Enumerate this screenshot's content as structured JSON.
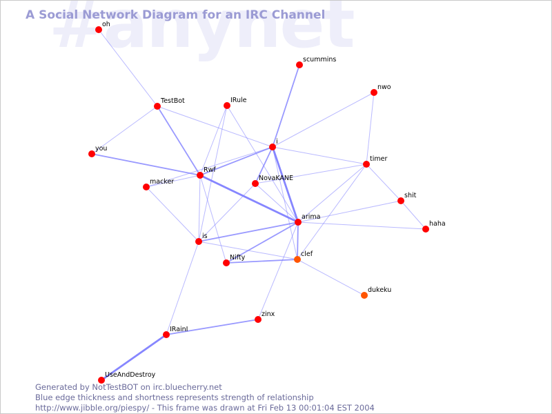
{
  "watermark": "#anynet",
  "title": "A Social Network Diagram for an IRC Channel",
  "footer": {
    "line1": "Generated by NotTestBOT on irc.bluecherry.net",
    "line2": "Blue edge thickness and shortness represents strength of relationship",
    "line3": "http://www.jibble.org/piespy/ - This frame was drawn at Fri Feb 13 00:01:04 EST 2004"
  },
  "colors": {
    "node": "#ff0000",
    "node_active": "#ff5500",
    "edge": "#8080ff"
  },
  "nodes": [
    {
      "id": "oh",
      "label": "oh"
    },
    {
      "id": "scummins",
      "label": "scummins"
    },
    {
      "id": "nwo",
      "label": "nwo"
    },
    {
      "id": "TestBot",
      "label": "TestBot"
    },
    {
      "id": "IRule",
      "label": "IRule"
    },
    {
      "id": "you",
      "label": "you"
    },
    {
      "id": "i",
      "label": "i"
    },
    {
      "id": "timer",
      "label": "timer"
    },
    {
      "id": "Rwf",
      "label": "Rwf"
    },
    {
      "id": "NovaKANE",
      "label": "NovaKANE"
    },
    {
      "id": "macker",
      "label": "macker"
    },
    {
      "id": "shit",
      "label": "shit"
    },
    {
      "id": "haha",
      "label": "haha"
    },
    {
      "id": "arima",
      "label": "arima"
    },
    {
      "id": "is",
      "label": "is"
    },
    {
      "id": "Nifty",
      "label": "Nifty"
    },
    {
      "id": "clef",
      "label": "clef",
      "active": true
    },
    {
      "id": "dukeku",
      "label": "dukeku",
      "active": true
    },
    {
      "id": "zinx",
      "label": "zinx"
    },
    {
      "id": "IRainI",
      "label": "IRainI"
    },
    {
      "id": "UseAndDestroy",
      "label": "UseAndDestroy"
    }
  ],
  "edges": [
    {
      "from": "oh",
      "to": "TestBot",
      "weight": 1
    },
    {
      "from": "TestBot",
      "to": "Rwf",
      "weight": 2
    },
    {
      "from": "TestBot",
      "to": "i",
      "weight": 1
    },
    {
      "from": "TestBot",
      "to": "you",
      "weight": 1
    },
    {
      "from": "IRule",
      "to": "Rwf",
      "weight": 1
    },
    {
      "from": "IRule",
      "to": "arima",
      "weight": 1
    },
    {
      "from": "IRule",
      "to": "is",
      "weight": 1
    },
    {
      "from": "scummins",
      "to": "i",
      "weight": 2
    },
    {
      "from": "nwo",
      "to": "i",
      "weight": 1
    },
    {
      "from": "nwo",
      "to": "timer",
      "weight": 1
    },
    {
      "from": "you",
      "to": "Rwf",
      "weight": 2
    },
    {
      "from": "i",
      "to": "Rwf",
      "weight": 2
    },
    {
      "from": "i",
      "to": "NovaKANE",
      "weight": 2
    },
    {
      "from": "i",
      "to": "arima",
      "weight": 3
    },
    {
      "from": "i",
      "to": "timer",
      "weight": 1
    },
    {
      "from": "i",
      "to": "macker",
      "weight": 1
    },
    {
      "from": "i",
      "to": "clef",
      "weight": 1
    },
    {
      "from": "Rwf",
      "to": "arima",
      "weight": 3
    },
    {
      "from": "Rwf",
      "to": "is",
      "weight": 1
    },
    {
      "from": "Rwf",
      "to": "Nifty",
      "weight": 1
    },
    {
      "from": "Rwf",
      "to": "macker",
      "weight": 1
    },
    {
      "from": "NovaKANE",
      "to": "timer",
      "weight": 1
    },
    {
      "from": "NovaKANE",
      "to": "is",
      "weight": 1
    },
    {
      "from": "NovaKANE",
      "to": "arima",
      "weight": 1
    },
    {
      "from": "macker",
      "to": "is",
      "weight": 1
    },
    {
      "from": "timer",
      "to": "arima",
      "weight": 1
    },
    {
      "from": "timer",
      "to": "shit",
      "weight": 1
    },
    {
      "from": "timer",
      "to": "clef",
      "weight": 1
    },
    {
      "from": "shit",
      "to": "arima",
      "weight": 1
    },
    {
      "from": "shit",
      "to": "haha",
      "weight": 1
    },
    {
      "from": "haha",
      "to": "arima",
      "weight": 1
    },
    {
      "from": "arima",
      "to": "is",
      "weight": 2
    },
    {
      "from": "arima",
      "to": "Nifty",
      "weight": 2
    },
    {
      "from": "arima",
      "to": "clef",
      "weight": 2
    },
    {
      "from": "arima",
      "to": "zinx",
      "weight": 1
    },
    {
      "from": "is",
      "to": "clef",
      "weight": 1
    },
    {
      "from": "is",
      "to": "IRainI",
      "weight": 1
    },
    {
      "from": "Nifty",
      "to": "clef",
      "weight": 2
    },
    {
      "from": "clef",
      "to": "dukeku",
      "weight": 1
    },
    {
      "from": "zinx",
      "to": "IRainI",
      "weight": 2
    },
    {
      "from": "IRainI",
      "to": "UseAndDestroy",
      "weight": 3
    }
  ]
}
